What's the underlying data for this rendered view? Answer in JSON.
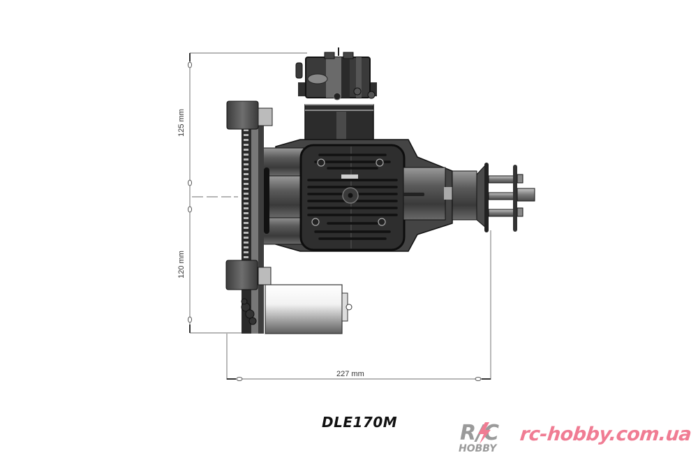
{
  "drawing": {
    "model": "DLE170M",
    "dimensions": {
      "height_upper": "125 mm",
      "height_lower": "120 mm",
      "length": "227 mm"
    }
  },
  "watermark": {
    "logo_top": "R/C",
    "logo_bottom": "HOBBY",
    "site": "rc-hobby.com.ua",
    "colors": {
      "site": "#f07c93",
      "logo": "#9a9a9a",
      "bolt": "#f07c93"
    }
  }
}
